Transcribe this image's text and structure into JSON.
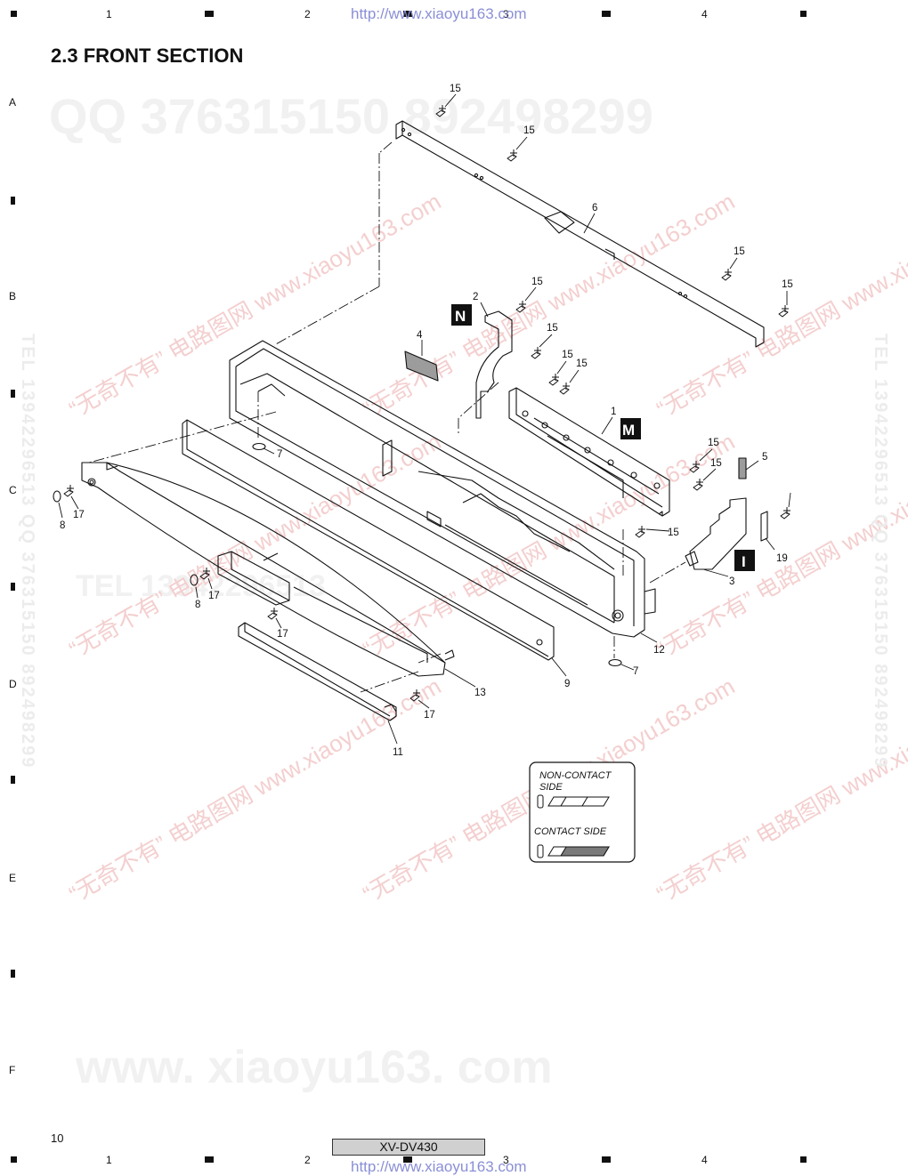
{
  "header": {
    "col_numbers": [
      "1",
      "2",
      "3",
      "4"
    ],
    "url": "http://www.xiaoyu163.com"
  },
  "title": "2.3 FRONT SECTION",
  "row_letters": [
    "A",
    "B",
    "C",
    "D",
    "E",
    "F"
  ],
  "watermarks": {
    "qq": "QQ 376315150  892498299",
    "tel": "TEL 13942296513",
    "site_big": "www. xiaoyu163. com",
    "cn_site": "“无奇不有” 电路图网 www.xiaoyu163.com",
    "vertical": "TEL 13942296513  QQ 376315150  892498299"
  },
  "diagram": {
    "part_labels": [
      "15",
      "15",
      "15",
      "15",
      "15",
      "15",
      "15",
      "15",
      "15",
      "15",
      "15",
      "6",
      "2",
      "4",
      "1",
      "5",
      "7",
      "7",
      "8",
      "8",
      "17",
      "17",
      "17",
      "17",
      "3",
      "19",
      "12",
      "9",
      "13",
      "11"
    ],
    "tags": [
      "N",
      "M",
      "I"
    ],
    "legend": {
      "non_contact": "NON-CONTACT SIDE",
      "contact": "CONTACT SIDE"
    }
  },
  "footer": {
    "page_number": "10",
    "model": "XV-DV430"
  }
}
